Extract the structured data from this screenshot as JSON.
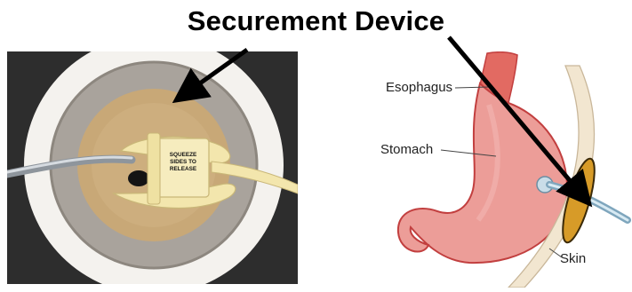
{
  "title": "Securement Device",
  "photo": {
    "device_text": [
      "SQUEEZE",
      "SIDES TO",
      "RELEASE"
    ]
  },
  "diagram": {
    "labels": {
      "esophagus": "Esophagus",
      "stomach": "Stomach",
      "skin": "Skin"
    }
  },
  "colors": {
    "arrow": "#000000",
    "stomach_fill": "#ec9d98",
    "stomach_outline": "#c23f3f",
    "esophagus_fill": "#e26a62",
    "skin": "#f2e6d0",
    "device_ring": "#d79b28",
    "pad_beige": "#c8a877",
    "clip_yellow": "#f3e6ad"
  }
}
